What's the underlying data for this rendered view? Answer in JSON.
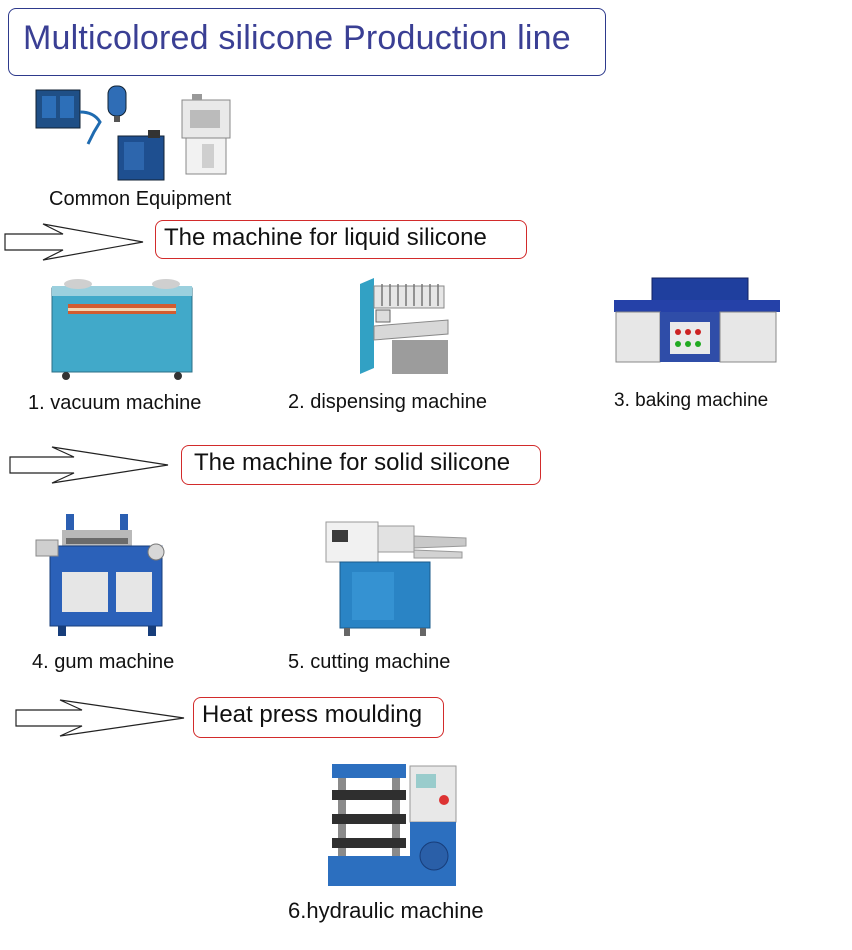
{
  "title": "Multicolored silicone Production line",
  "common": {
    "caption": "Common Equipment"
  },
  "sections": [
    {
      "label": "The machine for liquid silicone"
    },
    {
      "label": "The machine for solid silicone"
    },
    {
      "label": "Heat press moulding"
    }
  ],
  "machines": [
    {
      "caption": "1. vacuum machine"
    },
    {
      "caption": "2. dispensing machine"
    },
    {
      "caption": "3. baking machine"
    },
    {
      "caption": "4. gum machine"
    },
    {
      "caption": "5. cutting machine"
    },
    {
      "caption": "6.hydraulic machine"
    }
  ],
  "colors": {
    "title": "#3a3f94",
    "title_border": "#2e3a8c",
    "section_border": "#d22b2b",
    "machine_blue": "#2f7fc1",
    "machine_teal": "#3fa7c4"
  }
}
